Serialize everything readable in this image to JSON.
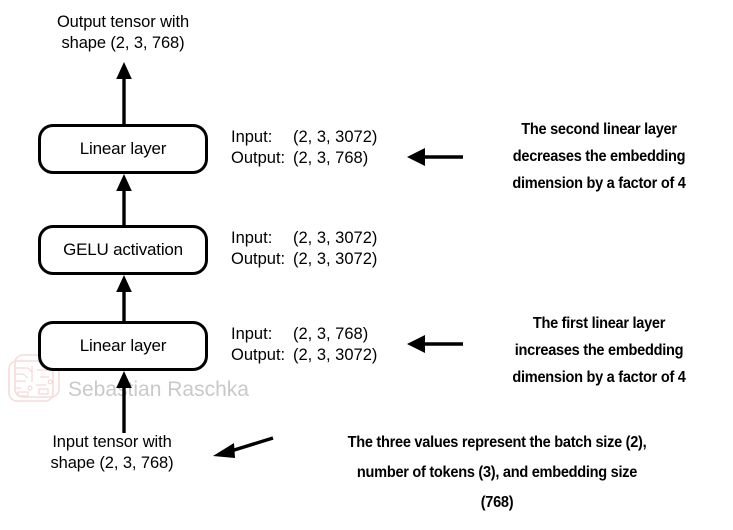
{
  "diagram": {
    "title_note": "Feed forward network tensor shape flow",
    "top_label": "Output tensor with\nshape (2, 3, 768)",
    "bottom_label": "Input tensor with\nshape (2, 3, 768)",
    "nodes": [
      {
        "id": "linear-2",
        "label": "Linear layer"
      },
      {
        "id": "gelu",
        "label": "GELU activation"
      },
      {
        "id": "linear-1",
        "label": "Linear layer"
      }
    ],
    "io_labels": [
      {
        "for": "linear-2",
        "input_key": "Input:",
        "input_value": "(2, 3, 3072)",
        "output_key": "Output:",
        "output_value": "(2, 3, 768)"
      },
      {
        "for": "gelu",
        "input_key": "Input:",
        "input_value": "(2, 3, 3072)",
        "output_key": "Output:",
        "output_value": "(2, 3, 3072)"
      },
      {
        "for": "linear-1",
        "input_key": "Input:",
        "input_value": "(2, 3, 768)",
        "output_key": "Output:",
        "output_value": "(2, 3, 3072)"
      }
    ],
    "annotations": [
      {
        "id": "second-linear-note",
        "text": "The second linear layer\ndecreases the embedding\ndimension by a factor of 4"
      },
      {
        "id": "first-linear-note",
        "text": "The first linear layer\nincreases the embedding\ndimension by a factor of 4"
      },
      {
        "id": "shape-meaning-note",
        "text": "The three values represent the batch size (2),\nnumber of tokens (3), and embedding size\n(768)"
      }
    ],
    "watermark": {
      "text": "Sebastian Raschka",
      "text_color": "#c9c9c9",
      "logo_color": "#f3c6c6"
    },
    "colors": {
      "background": "#ffffff",
      "stroke": "#000000",
      "text": "#000000"
    }
  }
}
